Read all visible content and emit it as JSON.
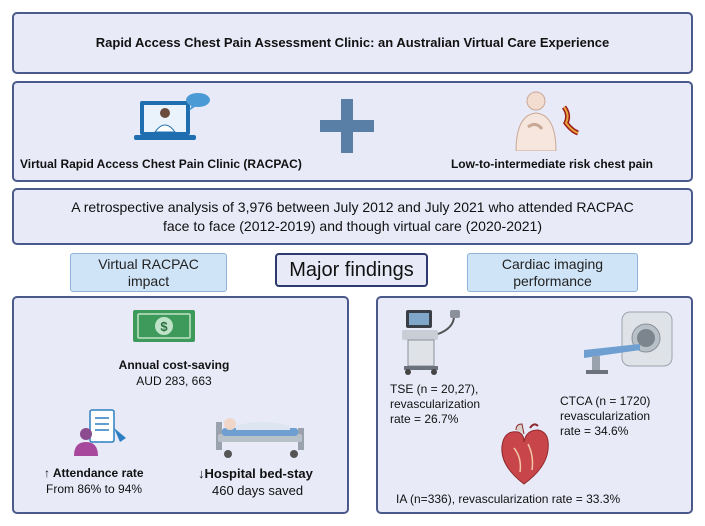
{
  "title": "Rapid Access Chest Pain Assessment Clinic: an Australian Virtual Care Experience",
  "top_panel": {
    "left_label": "Virtual Rapid Access Chest Pain Clinic (RACPAC)",
    "right_label": "Low-to-intermediate risk chest pain"
  },
  "description": {
    "line1": "A retrospective analysis of 3,976 between July 2012 and July 2021 who attended RACPAC",
    "line2": "face to face (2012-2019) and though virtual care (2020-2021)"
  },
  "headers": {
    "left_line1": "Virtual RACPAC",
    "left_line2": "impact",
    "center": "Major findings",
    "right_line1": "Cardiac imaging",
    "right_line2": "performance"
  },
  "impact": {
    "cost_title": "Annual cost-saving",
    "cost_value": "AUD 283, 663",
    "attendance_title": "↑ Attendance rate",
    "attendance_value": "From 86% to 94%",
    "bedstay_title": "↓Hospital bed-stay",
    "bedstay_value": "460 days saved"
  },
  "imaging": {
    "tse_line1": "TSE (n = 20,27),",
    "tse_line2": "revascularization",
    "tse_line3": "rate = 26.7%",
    "ctca_line1": "CTCA (n = 1720)",
    "ctca_line2": "revascularization",
    "ctca_line3": "rate = 34.6%",
    "ia_line": "IA (n=336), revascularization rate = 33.3%"
  },
  "colors": {
    "panel_fill": "#e8eaf8",
    "panel_border": "#4a5a8a",
    "pill_fill": "#cfe4f7",
    "plus": "#5a7fa6",
    "money": "#3d9a5b"
  }
}
